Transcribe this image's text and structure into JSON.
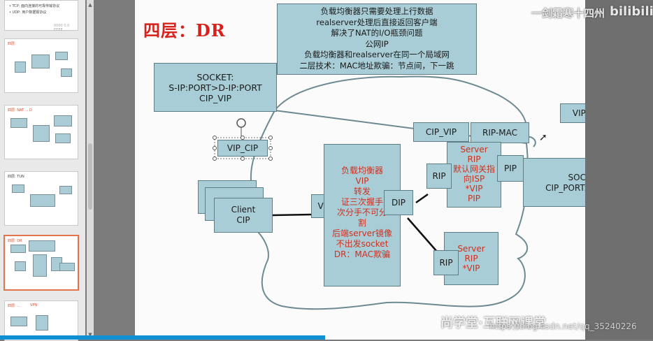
{
  "thumbnails": [
    {
      "caption_lines": [
        "• TCP: 面向连接的可靠传输协议",
        "• UDP: 用户数据报协议"
      ],
      "footer": "0000 0.0 EEEE"
    },
    {
      "caption": "四层:"
    },
    {
      "caption": "四层: NAT ... D"
    },
    {
      "caption": "四层: TUN"
    },
    {
      "caption": "四层: DR"
    },
    {
      "caption": "四层: ...",
      "caption2": "VPN"
    }
  ],
  "slide": {
    "title": "四层：DR",
    "top_note": [
      "负载均衡器只需要处理上行数据",
      "realserver处理后直接返回客户端",
      "解决了NAT的I/O瓶颈问题",
      "公网IP",
      "负载均衡器和realserver在同一个局域网",
      "二层技术：MAC地址欺骗：节点间，下一跳"
    ],
    "socket_left": [
      "SOCKET:",
      "S-IP:PORT>D-IP:PORT",
      "CIP_VIP"
    ],
    "vip_cip_selected": "VIP_CIP",
    "client": [
      "Client",
      "CIP"
    ],
    "vip_label": "VIP",
    "lb_lines": [
      "负载均衡器",
      "VIP",
      "转发",
      "证三次握手",
      "次分手不可分",
      "割",
      "后端server镜像",
      "不出发socket",
      "DR：MAC欺骗"
    ],
    "dip_label": "DIP",
    "cip_vip": "CIP_VIP",
    "rip_mac": "RIP-MAC",
    "server1": [
      "Server",
      "RIP",
      "默认网关指",
      "向ISP",
      "*VIP",
      "PIP"
    ],
    "rip1": "RIP",
    "pip": "PIP",
    "socket_right": [
      "SOCKET:",
      "CIP_PORT:VIP_PORT"
    ],
    "vip_cip_right": "VIP_CIP",
    "server2": [
      "Server",
      "RIP",
      "*VIP"
    ],
    "rip2": "RIP"
  },
  "watermarks": {
    "top_right": "一剑霜寒十四州",
    "bilibili": "bilibili",
    "bottom": "尚学堂·互联网课堂",
    "url": "https://blog.csdn.net/qq_35240226"
  },
  "colors": {
    "box_fill": "#a8cdd6",
    "title_red": "#d8211a",
    "lb_text_red": "#d0301f",
    "active_thumb": "#e2734b"
  }
}
